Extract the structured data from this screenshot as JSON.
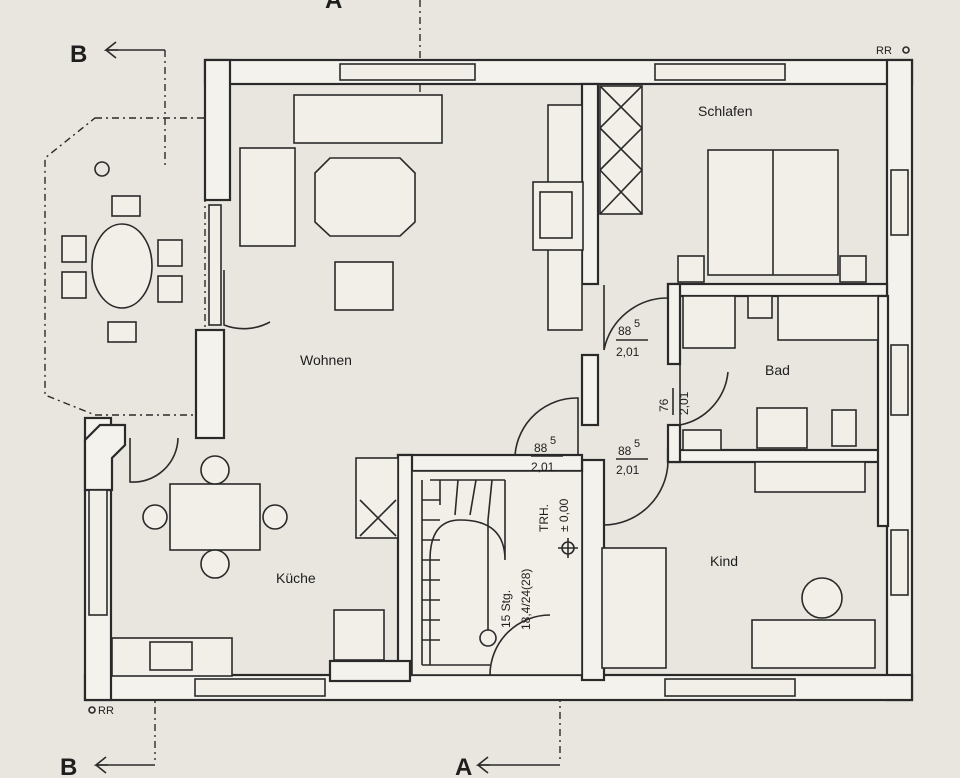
{
  "rooms": {
    "wohnen": "Wohnen",
    "schlafen": "Schlafen",
    "bad": "Bad",
    "kueche": "Küche",
    "kind": "Kind"
  },
  "doors": {
    "schlafen_num": "88",
    "schlafen_sup": "5",
    "schlafen_h": "2,01",
    "bad_num": "76",
    "bad_h": "2,01",
    "kind_num": "88",
    "kind_sup": "5",
    "kind_h": "2,01",
    "stair_num": "88",
    "stair_sup": "5",
    "stair_h": "2,01"
  },
  "stairs": {
    "steps": "15 Stg.",
    "ratio": "18,4/24(28)",
    "trh": "TRH.",
    "level": "± 0,00"
  },
  "section_marks": {
    "top_left": "B",
    "bottom_left": "B",
    "bottom_mid": "A",
    "top_mid": "A"
  },
  "notes": {
    "rr_top": "RR",
    "rr_bottom": "RR"
  }
}
